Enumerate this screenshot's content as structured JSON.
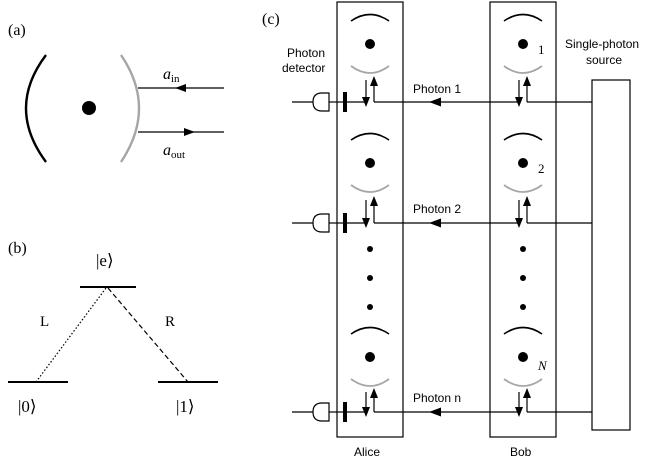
{
  "panels": {
    "a": {
      "label": "(a)",
      "a_in": "a",
      "a_in_sub": "in",
      "a_out": "a",
      "a_out_sub": "out"
    },
    "b": {
      "label": "(b)",
      "excited": "|e⟩",
      "ground0": "|0⟩",
      "ground1": "|1⟩",
      "left_transition": "L",
      "right_transition": "R"
    },
    "c": {
      "label": "(c)",
      "detector_label_1": "Photon",
      "detector_label_2": "detector",
      "source_label_1": "Single-photon",
      "source_label_2": "source",
      "alice": "Alice",
      "bob": "Bob",
      "photons": [
        "Photon 1",
        "Photon 2",
        "Photon n"
      ],
      "cavity_numbers": [
        "1",
        "2",
        "N"
      ]
    }
  },
  "colors": {
    "ink": "#000000",
    "mirror_gray": "#a6a6a6"
  }
}
